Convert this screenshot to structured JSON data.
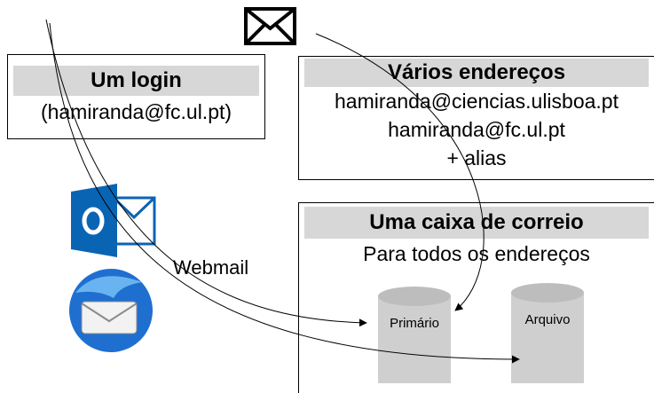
{
  "login": {
    "title": "Um login",
    "address": "(hamiranda@fc.ul.pt)"
  },
  "addresses": {
    "title": "Vários endereços",
    "lines": [
      "hamiranda@ciencias.ulisboa.pt",
      "hamiranda@fc.ul.pt",
      "+ alias"
    ]
  },
  "mailbox": {
    "title": "Uma caixa de correio",
    "subtitle": "Para todos os endereços",
    "primary_label": "Primário",
    "archive_label": "Arquivo"
  },
  "webmail_label": "Webmail",
  "icons": [
    "envelope-icon",
    "outlook-icon",
    "thunderbird-icon"
  ],
  "colors": {
    "header_fill": "#d7d7d7",
    "cylinder_fill": "#cfcfcf",
    "outlook_blue": "#0a64b4"
  }
}
